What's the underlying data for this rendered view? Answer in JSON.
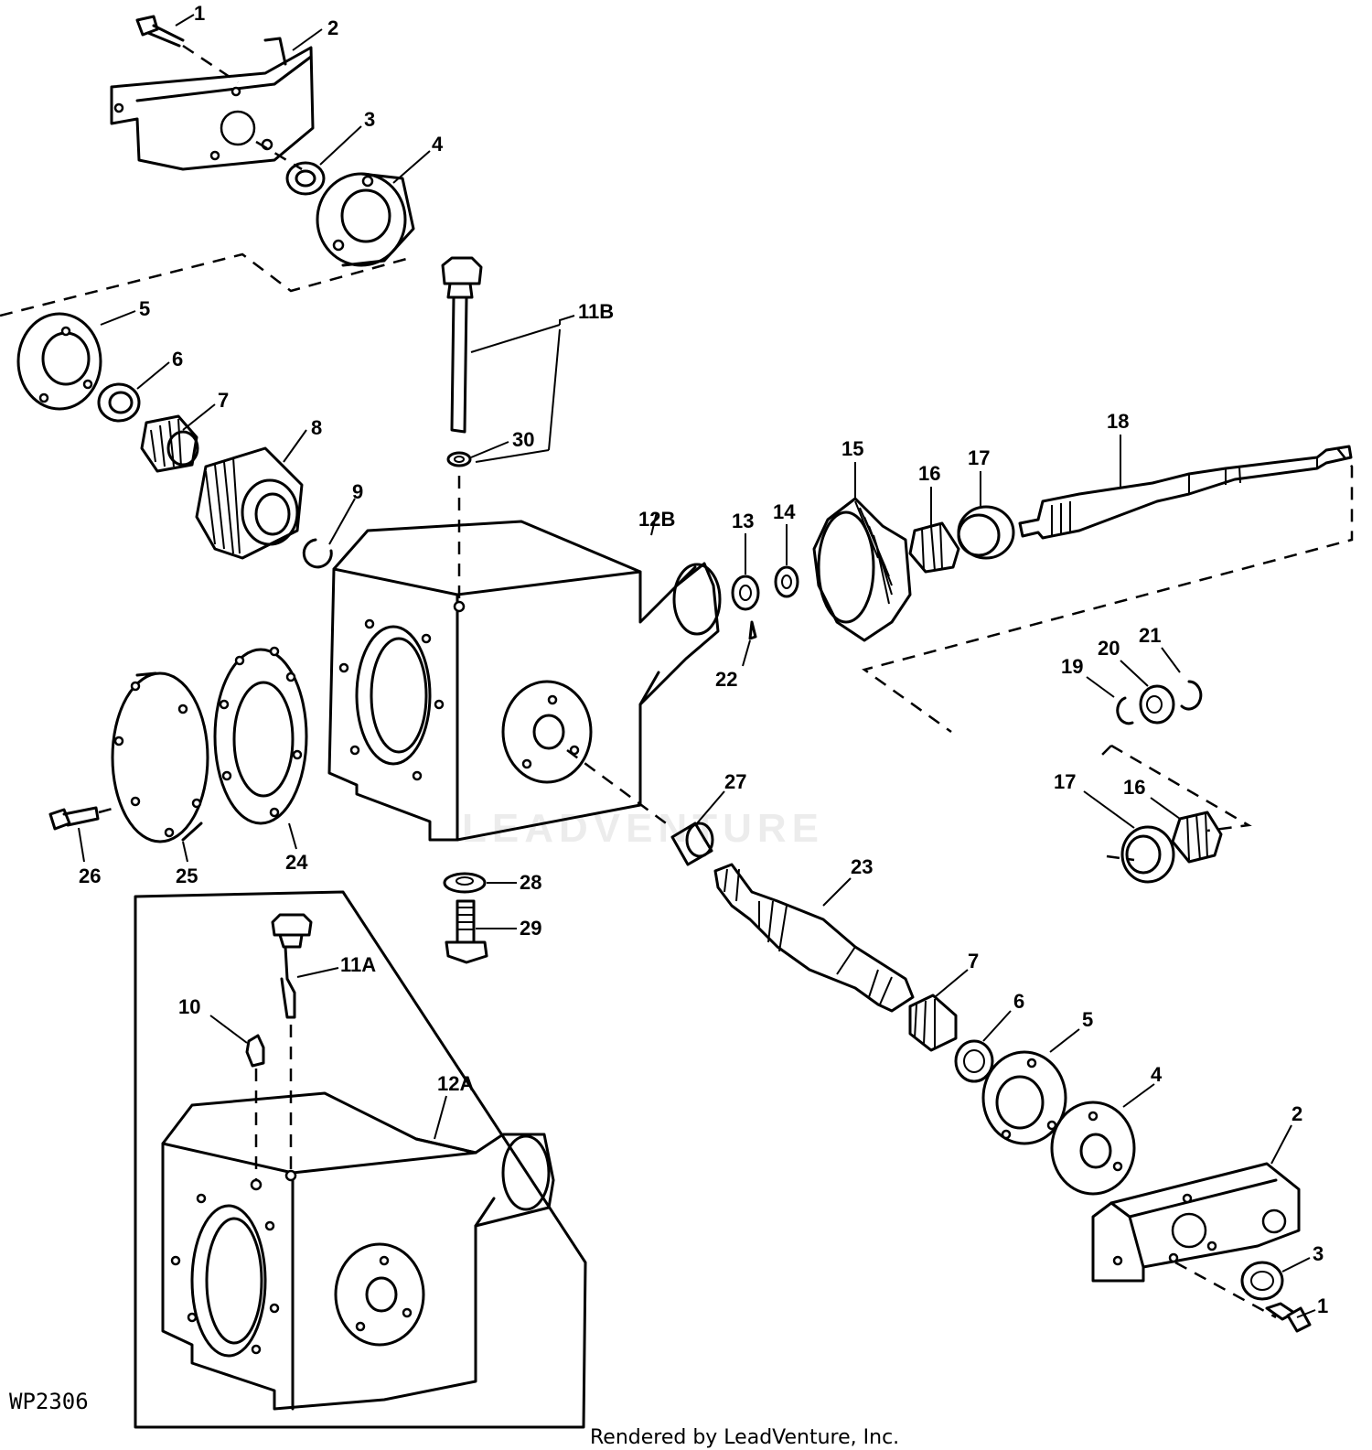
{
  "diagram": {
    "figure_code": "WP2306",
    "credit": "Rendered by LeadVenture, Inc.",
    "watermark": "LEADVENTURE",
    "callouts": {
      "c1_top": "1",
      "c2_top": "2",
      "c3_top": "3",
      "c4_top": "4",
      "c5_top": "5",
      "c6_top": "6",
      "c7_top": "7",
      "c8": "8",
      "c9": "9",
      "c11b": "11B",
      "c30": "30",
      "c12b": "12B",
      "c13": "13",
      "c14": "14",
      "c15": "15",
      "c16_top": "16",
      "c17_top": "17",
      "c18": "18",
      "c19": "19",
      "c20": "20",
      "c21": "21",
      "c22": "22",
      "c17_bot": "17",
      "c16_bot": "16",
      "c27": "27",
      "c23": "23",
      "c28": "28",
      "c29": "29",
      "c26": "26",
      "c25": "25",
      "c24": "24",
      "c11a": "11A",
      "c10": "10",
      "c12a": "12A",
      "c7_bot": "7",
      "c6_bot": "6",
      "c5_bot": "5",
      "c4_bot": "4",
      "c2_bot": "2",
      "c3_bot": "3",
      "c1_bot": "1"
    }
  }
}
